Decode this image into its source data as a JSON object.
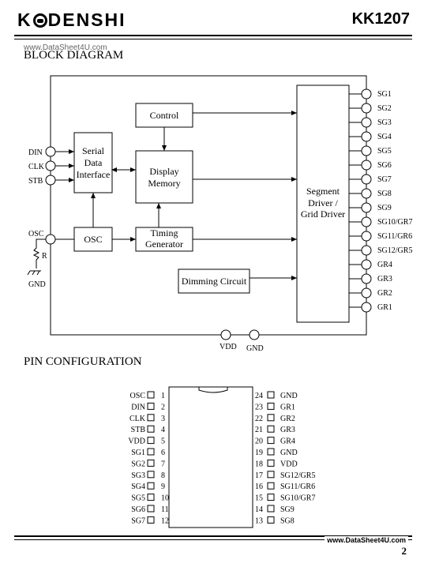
{
  "header": {
    "logo_left": "K",
    "logo_right": "DENSHI",
    "part_number": "KK1207",
    "watermark": "www.DataSheet4U.com"
  },
  "block_diagram": {
    "heading": "BLOCK DIAGRAM",
    "blocks": {
      "control": "Control",
      "serial_1": "Serial",
      "serial_2": "Data",
      "serial_3": "Interface",
      "display_1": "Display",
      "display_2": "Memory",
      "osc": "OSC",
      "timing_1": "Timing",
      "timing_2": "Generator",
      "dimming": "Dimming Circuit",
      "driver_1": "Segment",
      "driver_2": "Driver /",
      "driver_3": "Grid Driver"
    },
    "left_pins": [
      "DIN",
      "CLK",
      "STB"
    ],
    "osc_pin": "OSC",
    "resistor": "R",
    "ground": "GND",
    "right_pins": [
      "SG1",
      "SG2",
      "SG3",
      "SG4",
      "SG5",
      "SG6",
      "SG7",
      "SG8",
      "SG9",
      "SG10/GR7",
      "SG11/GR6",
      "SG12/GR5",
      "GR4",
      "GR3",
      "GR2",
      "GR1"
    ],
    "bottom_pins": [
      "VDD",
      "GND"
    ]
  },
  "pin_configuration": {
    "heading": "PIN CONFIGURATION",
    "left": [
      {
        "num": "1",
        "name": "OSC"
      },
      {
        "num": "2",
        "name": "DIN"
      },
      {
        "num": "3",
        "name": "CLK"
      },
      {
        "num": "4",
        "name": "STB"
      },
      {
        "num": "5",
        "name": "VDD"
      },
      {
        "num": "6",
        "name": "SG1"
      },
      {
        "num": "7",
        "name": "SG2"
      },
      {
        "num": "8",
        "name": "SG3"
      },
      {
        "num": "9",
        "name": "SG4"
      },
      {
        "num": "10",
        "name": "SG5"
      },
      {
        "num": "11",
        "name": "SG6"
      },
      {
        "num": "12",
        "name": "SG7"
      }
    ],
    "right": [
      {
        "num": "24",
        "name": "GND"
      },
      {
        "num": "23",
        "name": "GR1"
      },
      {
        "num": "22",
        "name": "GR2"
      },
      {
        "num": "21",
        "name": "GR3"
      },
      {
        "num": "20",
        "name": "GR4"
      },
      {
        "num": "19",
        "name": "GND"
      },
      {
        "num": "18",
        "name": "VDD"
      },
      {
        "num": "17",
        "name": "SG12/GR5"
      },
      {
        "num": "16",
        "name": "SG11/GR6"
      },
      {
        "num": "15",
        "name": "SG10/GR7"
      },
      {
        "num": "14",
        "name": "SG9"
      },
      {
        "num": "13",
        "name": "SG8"
      }
    ]
  },
  "footer": {
    "watermark": "www.DataSheet4U.com",
    "page": "2"
  }
}
